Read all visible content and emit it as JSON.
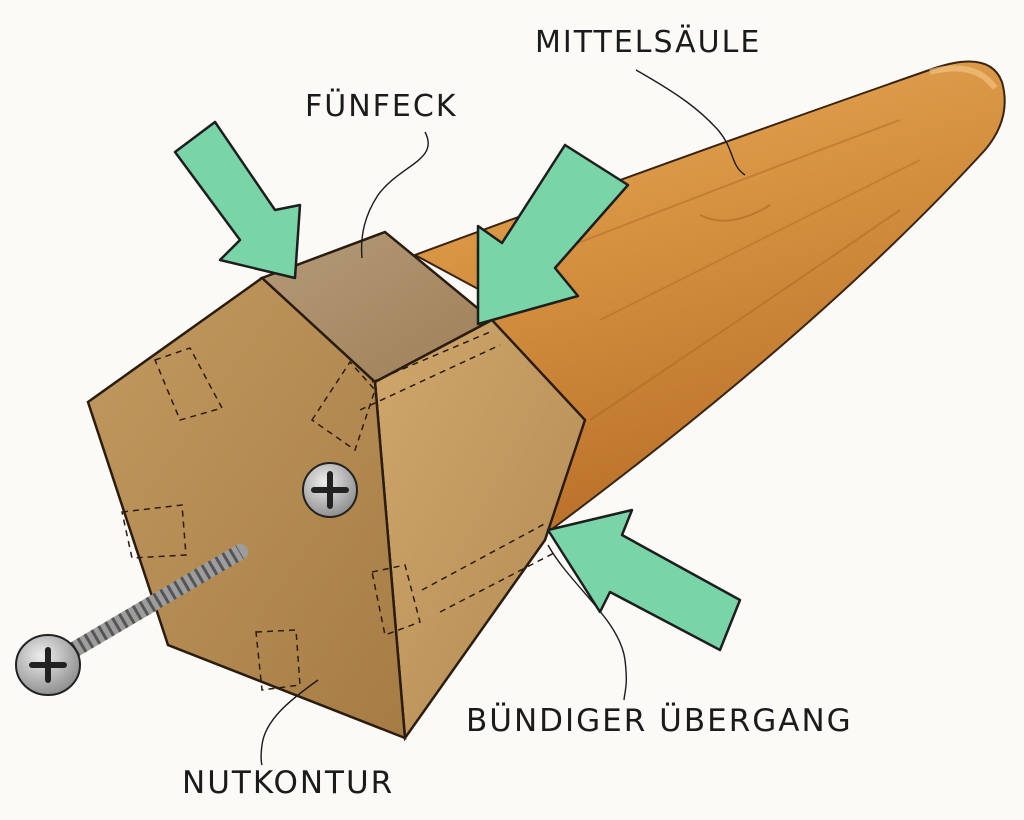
{
  "labels": {
    "column": "MITTELSÄULE",
    "pentagon": "FÜNFECK",
    "flush_transition": "BÜNDIGER ÜBERGANG",
    "groove_contour": "NUTKONTUR"
  },
  "colors": {
    "background": "#fbfaf6",
    "column_wood": "#d28c3e",
    "block_face": "#b98f55",
    "block_top": "#a98a66",
    "block_side": "#c29a62",
    "arrow": "#79d4a7",
    "ink": "#1b1b1b"
  },
  "icons": [
    "arrow-icon",
    "screw-icon",
    "screw-head-icon"
  ]
}
